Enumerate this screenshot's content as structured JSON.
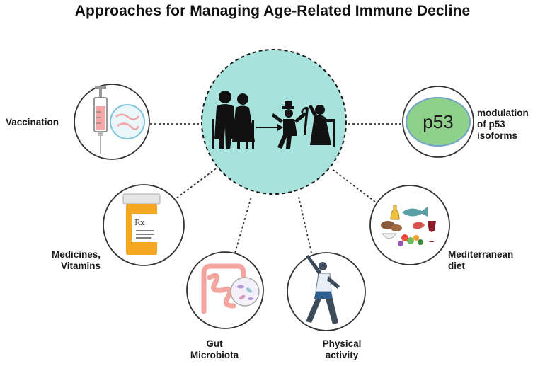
{
  "title": "Approaches for Managing Age-Related Immune Decline",
  "labels": {
    "vaccination": "Vaccination",
    "p53_line1": "modulation",
    "p53_line2": "of p53",
    "p53_line3": "isoforms",
    "medicines_line1": "Medicines,",
    "medicines_line2": "Vitamins",
    "mediterranean_line1": "Mediterranean",
    "mediterranean_line2": "diet",
    "gut_line1": "Gut",
    "gut_line2": "Microbiota",
    "physical_line1": "Physical",
    "physical_line2": "activity",
    "p53_oval_text": "p53",
    "rx_text": "Rx"
  },
  "colors": {
    "center_fill": "#a8e2dc",
    "p53_oval_fill": "#8fd18a",
    "p53_oval_stroke": "#6fa3c8",
    "pill_bottle": "#f5a623",
    "pill_cap": "#e6e6e6",
    "syringe_fluid": "#f2a7a7",
    "gut_color": "#f3a6a0"
  }
}
